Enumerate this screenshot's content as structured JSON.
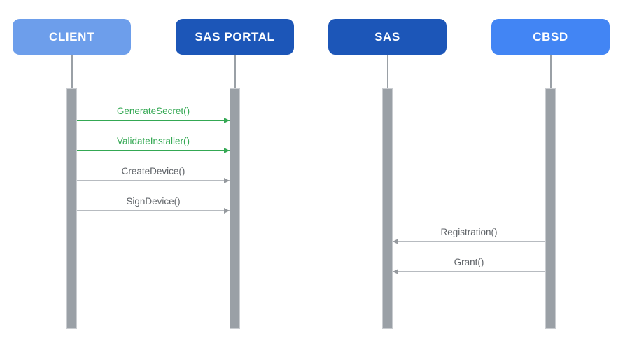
{
  "diagram": {
    "type": "sequence",
    "background": "#FFFFFF",
    "participants": [
      {
        "id": "client",
        "label": "CLIENT",
        "color": "#6D9EEB"
      },
      {
        "id": "sas-portal",
        "label": "SAS PORTAL",
        "color": "#1C56B8"
      },
      {
        "id": "sas",
        "label": "SAS",
        "color": "#1C56B8"
      },
      {
        "id": "cbsd",
        "label": "CBSD",
        "color": "#4285F4"
      }
    ],
    "messages": [
      {
        "label": "GenerateSecret()",
        "from": "CLIENT",
        "to": "SAS PORTAL",
        "style": "green",
        "direction": "right"
      },
      {
        "label": "ValidateInstaller()",
        "from": "CLIENT",
        "to": "SAS PORTAL",
        "style": "green",
        "direction": "right"
      },
      {
        "label": "CreateDevice()",
        "from": "CLIENT",
        "to": "SAS PORTAL",
        "style": "gray",
        "direction": "right"
      },
      {
        "label": "SignDevice()",
        "from": "CLIENT",
        "to": "SAS PORTAL",
        "style": "gray",
        "direction": "right"
      },
      {
        "label": "Registration()",
        "from": "CBSD",
        "to": "SAS",
        "style": "gray",
        "direction": "left"
      },
      {
        "label": "Grant()",
        "from": "CBSD",
        "to": "SAS",
        "style": "gray",
        "direction": "left"
      }
    ],
    "colors": {
      "green_message": "#34A853",
      "gray_message_text": "#5F6368",
      "gray_message_line": "#B7BBC0",
      "lifeline": "#9AA0A6",
      "activation_bar": "#9AA0A6",
      "header_text": "#FFFFFF"
    }
  }
}
